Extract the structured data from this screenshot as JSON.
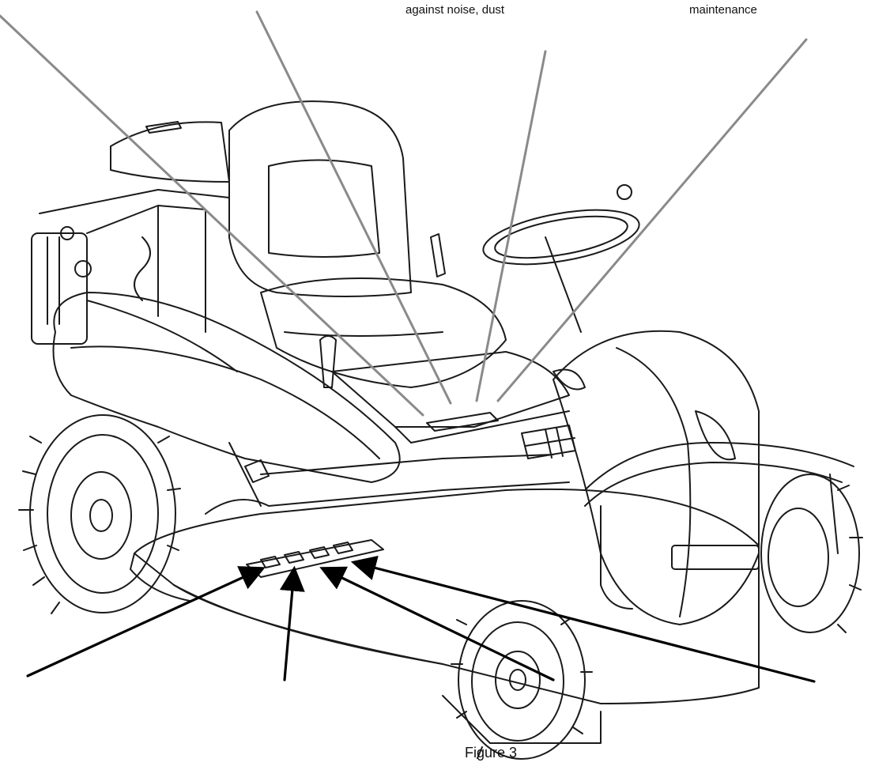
{
  "figure": {
    "caption": "Figure 3",
    "callouts": {
      "top_center": "against noise, dust",
      "top_right": "maintenance"
    }
  },
  "colors": {
    "upper_callout_lines": "#8a8a8a",
    "lower_callout_lines": "#000000",
    "drawing_stroke": "#1a1a1a"
  },
  "drawing": {
    "subject": "ride-on mower line drawing",
    "icons": [
      "mower-icon",
      "seat-icon",
      "steering-wheel-icon",
      "wheel-icon",
      "engine-icon",
      "warning-decal-icon"
    ]
  }
}
